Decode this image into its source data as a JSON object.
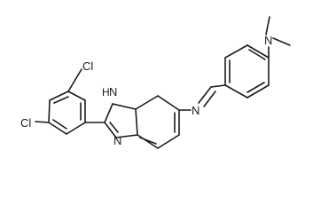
{
  "molecule": {
    "atom_labels": {
      "cl_upper": "Cl",
      "cl_left": "Cl",
      "nh": "H",
      "nh_n": "N",
      "ring_n": "N",
      "imine_n": "N",
      "amine_n": "N"
    }
  }
}
